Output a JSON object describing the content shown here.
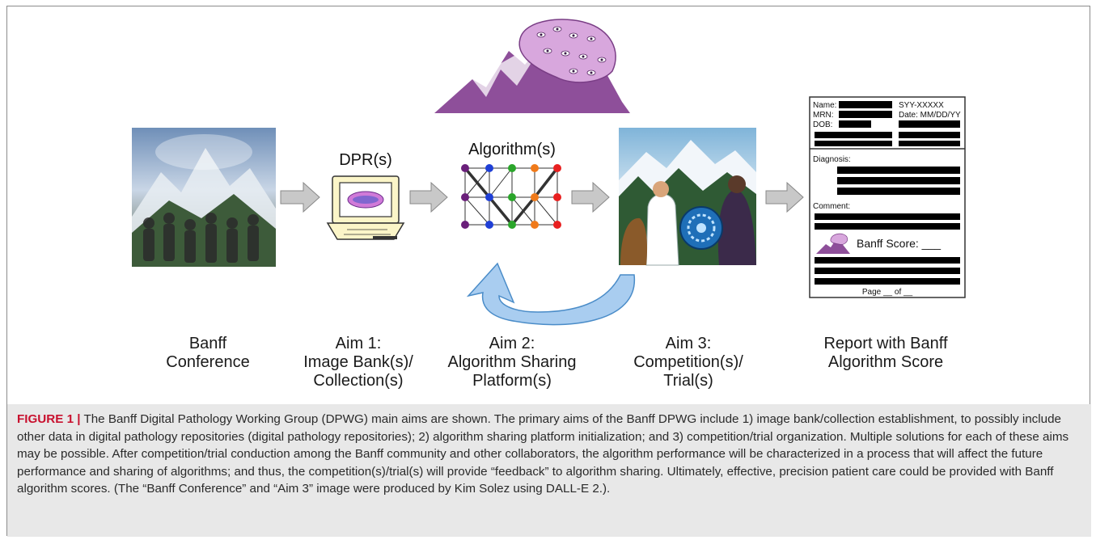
{
  "figure": {
    "dpr_label": "DPR(s)",
    "algorithm_label": "Algorithm(s)",
    "stages": [
      {
        "label": "Banff\nConference"
      },
      {
        "label": "Aim 1:\nImage Bank(s)/\nCollection(s)"
      },
      {
        "label": "Aim 2:\nAlgorithm Sharing\nPlatform(s)"
      },
      {
        "label": "Aim 3:\nCompetition(s)/\nTrial(s)"
      },
      {
        "label": "Report with Banff\nAlgorithm Score"
      }
    ],
    "report": {
      "name_label": "Name:",
      "mrn_label": "MRN:",
      "dob_label": "DOB:",
      "id_text": "SYY-XXXXX",
      "date_text": "Date: MM/DD/YY",
      "diagnosis_label": "Diagnosis:",
      "comment_label": "Comment:",
      "score_label": "Banff Score: ___",
      "page_label": "Page __ of __"
    },
    "colors": {
      "arrow_fill": "#c8c8c8",
      "feedback_arrow": "#a9cdf0",
      "mountain_purple": "#8e4f9a",
      "caption_lead": "#c8102e"
    }
  },
  "caption": {
    "lead": "FIGURE 1 |",
    "text": " The Banff Digital Pathology Working Group (DPWG) main aims are shown. The primary aims of the Banff DPWG include 1) image bank/collection establishment, to possibly include other data in digital pathology repositories (digital pathology repositories); 2) algorithm sharing platform initialization; and 3) competition/trial organization. Multiple solutions for each of these aims may be possible. After competition/trial conduction among the Banff community and other collaborators, the algorithm performance will be characterized in a process that will affect the future performance and sharing of algorithms; and thus, the competition(s)/trial(s) will provide “feedback” to algorithm sharing. Ultimately, effective, precision patient care could be provided with Banff algorithm scores. (The “Banff Conference” and “Aim 3” image were produced by Kim Solez using DALL-E 2.)."
  }
}
